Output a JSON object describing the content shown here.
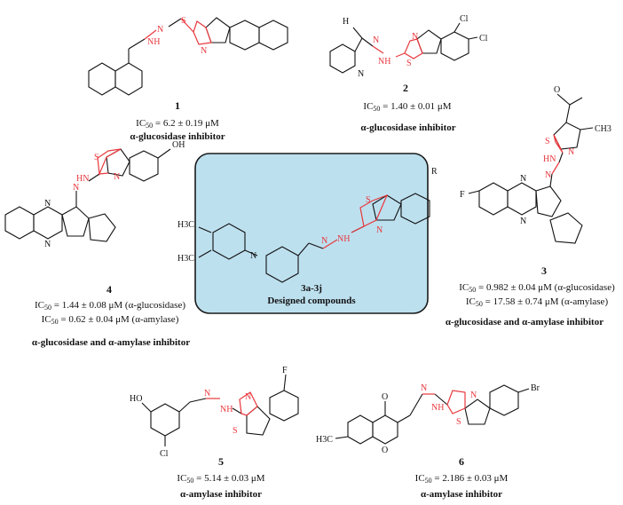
{
  "compounds": [
    {
      "number": "1",
      "ic50_value": "= 6.2 ± 0.19 μM",
      "activity": "α-glucosidase inhibitor"
    },
    {
      "number": "2",
      "ic50_value": "= 1.40 ± 0.01 μM",
      "activity": "α-glucosidase inhibitor"
    },
    {
      "number": "3",
      "ic50_value": "= 0.982 ± 0.04 μM (α-glucosidase)",
      "ic50_value_2": "= 17.58 ± 0.74 μM (α-amylase)",
      "activity": "α-glucosidase and α-amylase inhibitor"
    },
    {
      "number": "4",
      "ic50_value": "= 1.44 ± 0.08 μM (α-glucosidase)",
      "ic50_value_2": "= 0.62 ± 0.04 μM (α-amylase)",
      "activity": "α-glucosidase and α-amylase inhibitor"
    },
    {
      "number": "5",
      "ic50_value": "= 5.14 ± 0.03 μM",
      "activity": "α-amylase inhibitor"
    },
    {
      "number": "6",
      "ic50_value": "= 2.186 ± 0.03 μM",
      "activity": "α-amylase inhibitor"
    }
  ],
  "designed": {
    "code": "3a-3j",
    "caption": "Designed compounds"
  },
  "ic50_prefix": "IC",
  "ic50_sub": "50",
  "atoms": {
    "N": "N",
    "S": "S",
    "NH": "NH",
    "HN": "HN",
    "H": "H",
    "O": "O",
    "OH": "OH",
    "HO": "HO",
    "F": "F",
    "Cl": "Cl",
    "Br": "Br",
    "CH3": "CH3",
    "H3C": "H3C",
    "R": "R"
  },
  "colors": {
    "accent": "#e8383d",
    "box_fill": "#bde0ef",
    "box_stroke": "#1a1a1a",
    "ink": "#111111"
  }
}
